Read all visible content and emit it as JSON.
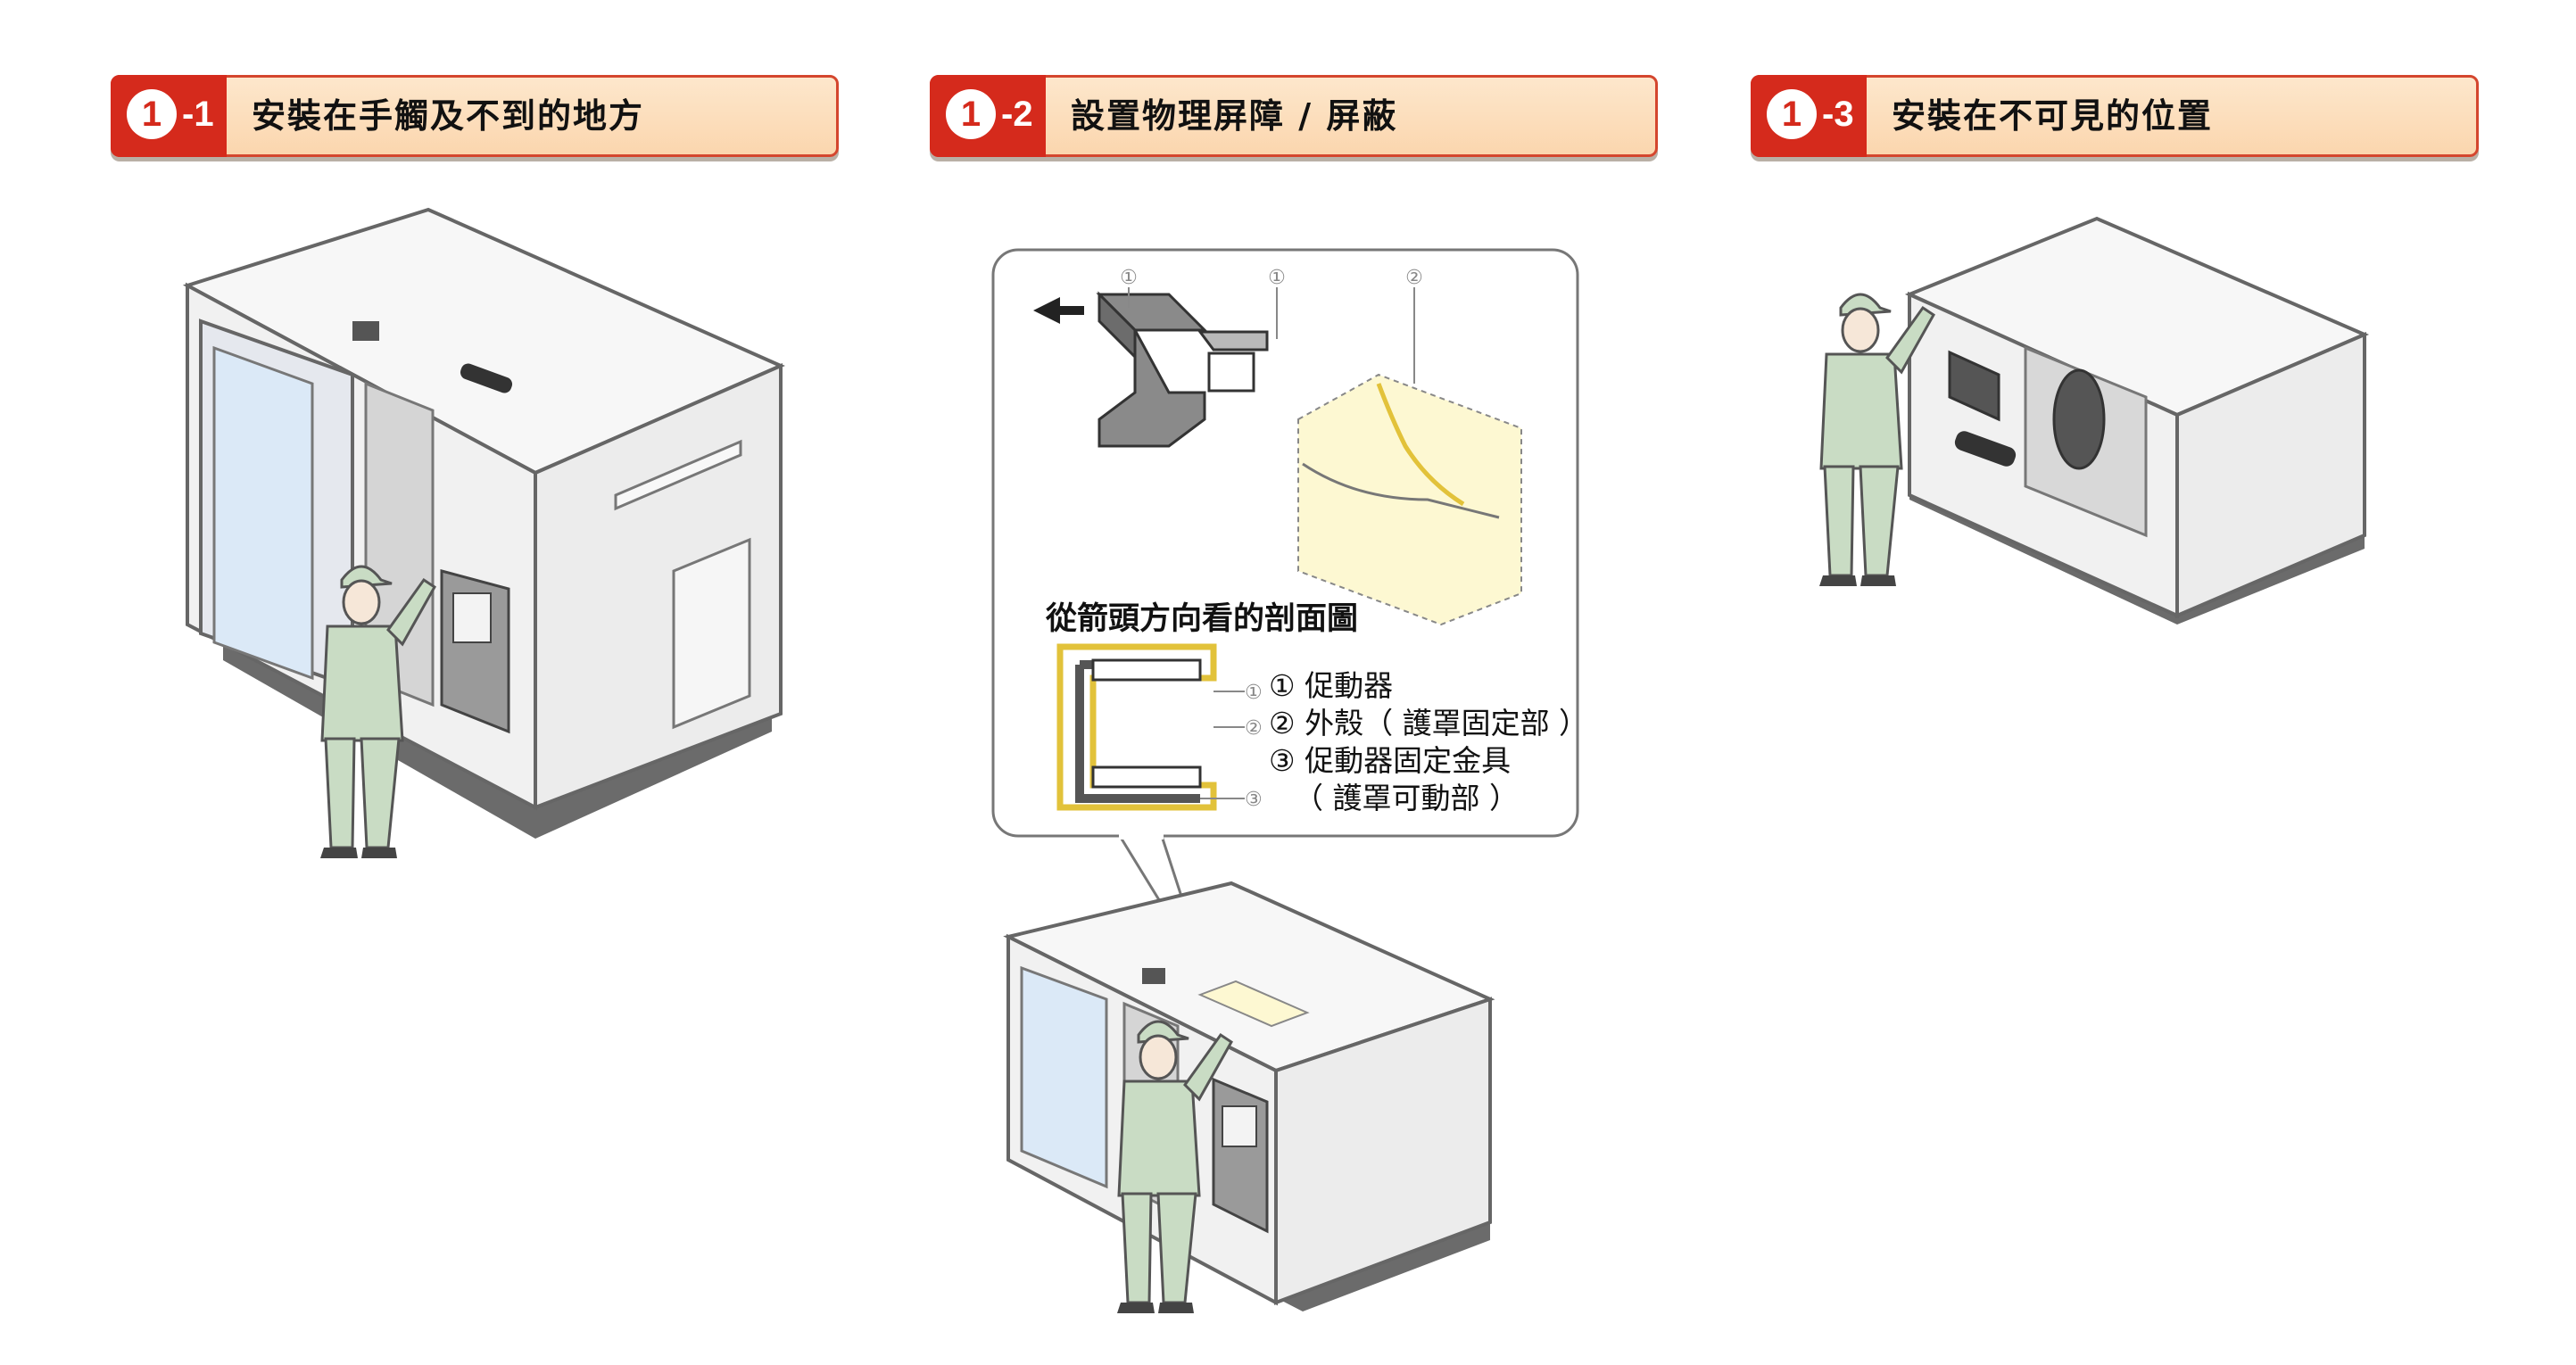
{
  "sections": [
    {
      "num": "1",
      "sub": "-1",
      "title": "安裝在手觸及不到的地方"
    },
    {
      "num": "1",
      "sub": "-2",
      "title": "設置物理屏障 / 屏蔽"
    },
    {
      "num": "1",
      "sub": "-3",
      "title": "安裝在不可見的位置"
    }
  ],
  "callout": {
    "part_labels": [
      "①",
      "①",
      "②"
    ],
    "section_title": "從箭頭方向看的剖面圖",
    "legend_markers": [
      "①",
      "②",
      "③"
    ],
    "legend": [
      "① 促動器",
      "② 外殼（ 護罩固定部 ）",
      "③ 促動器固定金具",
      "（ 護罩可動部 ）"
    ]
  },
  "colors": {
    "badge": "#d52a1c",
    "header_bg": "#fde2c4",
    "machine": "#ececec",
    "worker": "#c9dcc4",
    "cover": "#fdf8d2"
  }
}
